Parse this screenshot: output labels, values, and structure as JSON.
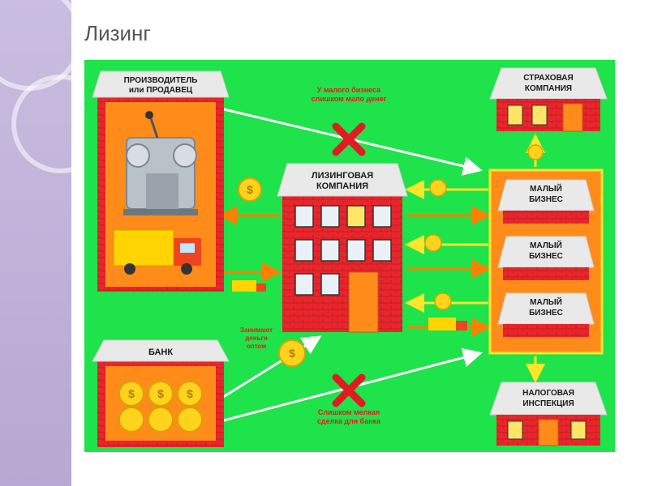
{
  "slide": {
    "title": "Лизинг"
  },
  "diagram": {
    "manufacturer": {
      "line1": "ПРОИЗВОДИТЕЛЬ",
      "line2": "или ПРОДАВЕЦ"
    },
    "bank": {
      "label": "БАНК"
    },
    "leasing_company": {
      "line1": "ЛИЗИНГОВАЯ",
      "line2": "КОМПАНИЯ"
    },
    "insurance": {
      "line1": "СТРАХОВАЯ",
      "line2": "КОМПАНИЯ"
    },
    "tax": {
      "line1": "НАЛОГОВАЯ",
      "line2": "ИНСПЕКЦИЯ"
    },
    "small_business": [
      {
        "line1": "МАЛЫЙ",
        "line2": "БИЗНЕС"
      },
      {
        "line1": "МАЛЫЙ",
        "line2": "БИЗНЕС"
      },
      {
        "line1": "МАЛЫЙ",
        "line2": "БИЗНЕС"
      }
    ],
    "note_top": {
      "line1": "У малого бизнеса",
      "line2": "слишком мало денег"
    },
    "note_bottom": {
      "line1": "Слишком мелкая",
      "line2": "сделка для банка"
    },
    "note_wholesale": {
      "line1": "Занимают",
      "line2": "деньги",
      "line3": "оптом"
    },
    "coin_symbol": "$",
    "colors": {
      "background": "#1ee34a",
      "red": "#e8262c",
      "orange": "#ff8c1a",
      "roof": "#e9e9e9",
      "text": "#ffffff",
      "note": "#e21b23"
    }
  }
}
